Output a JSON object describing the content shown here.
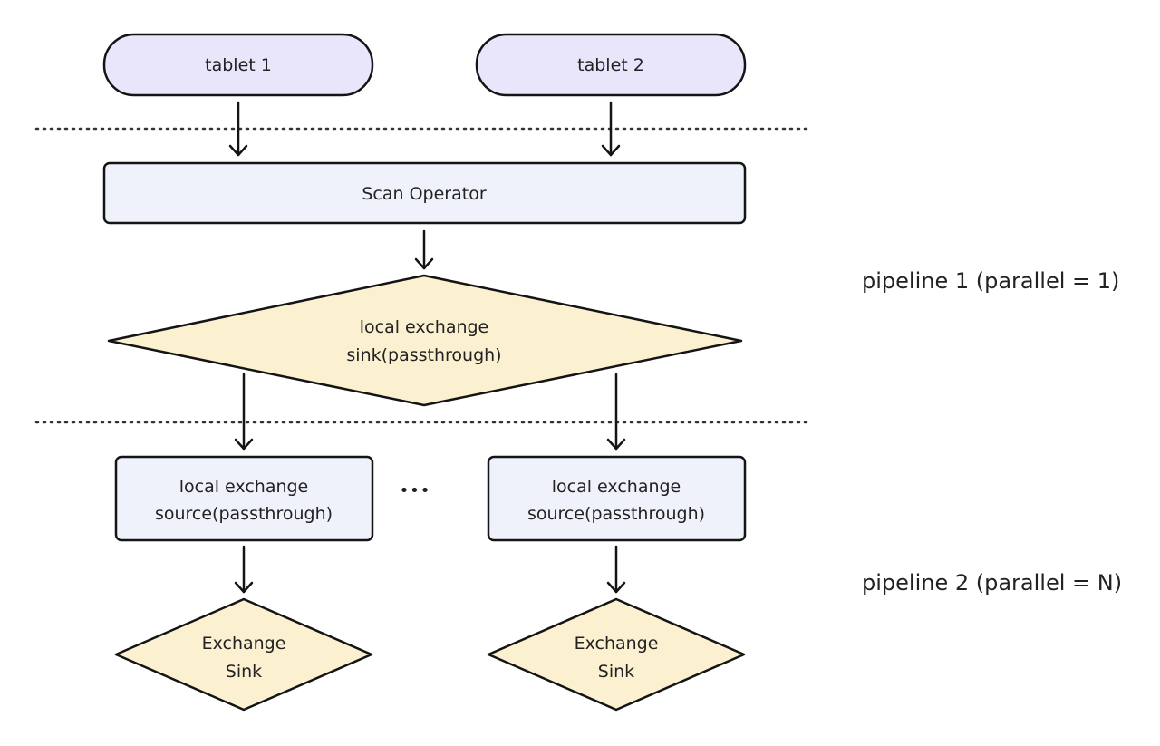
{
  "diagram": {
    "tablet1": "tablet 1",
    "tablet2": "tablet 2",
    "scan_operator": "Scan Operator",
    "local_exchange_sink": [
      "local exchange",
      "sink(passthrough)"
    ],
    "local_exchange_source_1": [
      "local exchange",
      "source(passthrough)"
    ],
    "local_exchange_source_2": [
      "local exchange",
      "source(passthrough)"
    ],
    "ellipsis": "•••",
    "exchange_sink_1": [
      "Exchange",
      "Sink"
    ],
    "exchange_sink_2": [
      "Exchange",
      "Sink"
    ],
    "pipeline1_label": "pipeline 1 (parallel = 1)",
    "pipeline2_label": "pipeline 2 (parallel = N)"
  },
  "colors": {
    "tablet_fill": "#e9e5fb",
    "operator_fill": "#eff2fb",
    "decision_fill": "#fbf0d0",
    "stroke": "#141414"
  }
}
